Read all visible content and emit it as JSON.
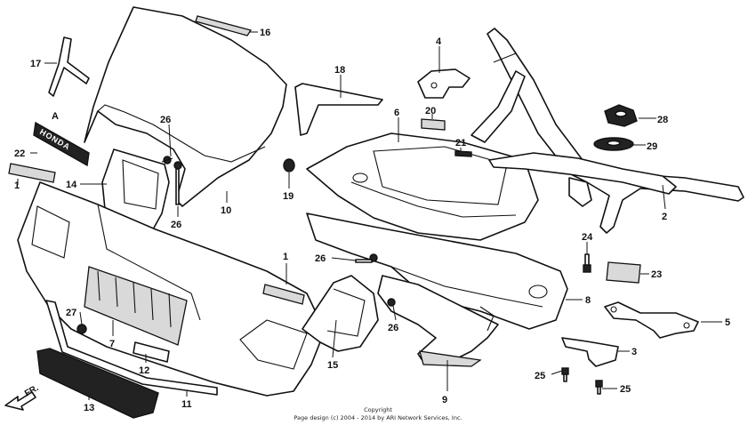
{
  "diagram": {
    "front_arrow": "FR.",
    "badge_text": "HONDA",
    "copyright_line1": "Copyright",
    "copyright_line2": "Page design (c) 2004 - 2014 by ARI Network Services, Inc.",
    "callouts": {
      "c1a": "1",
      "c1b": "1",
      "c2": "2",
      "c3": "3",
      "c4": "4",
      "c5": "5",
      "c6": "6",
      "c7": "7",
      "c8": "8",
      "c9": "9",
      "c10": "10",
      "c11": "11",
      "c12": "12",
      "c13": "13",
      "c14": "14",
      "c15": "15",
      "c16": "16",
      "c17": "17",
      "c18": "18",
      "c19": "19",
      "c20": "20",
      "c21": "21",
      "c22": "22",
      "c23": "23",
      "c24": "24",
      "c25a": "25",
      "c25b": "25",
      "c26a": "26",
      "c26b": "26",
      "c26c": "26",
      "c26d": "26",
      "c27": "27",
      "c28": "28",
      "c29": "29",
      "cA": "A"
    }
  }
}
